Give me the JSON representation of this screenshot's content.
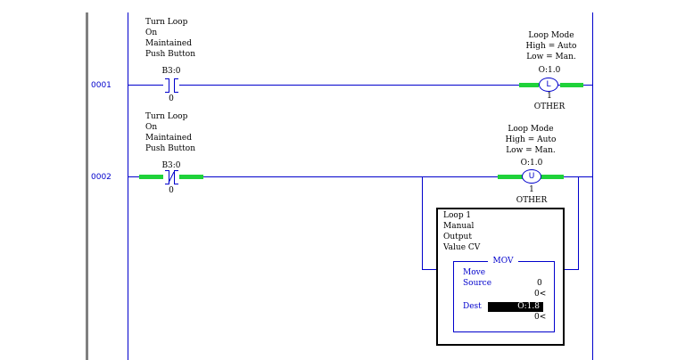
{
  "rungs": [
    {
      "number": "0001",
      "contact": {
        "description": "Turn Loop\nOn\nMaintained\nPush Button",
        "address": "B3:0",
        "bit": "0"
      },
      "coil": {
        "description": "Loop Mode\nHigh = Auto\nLow = Man.",
        "address": "O:1.0",
        "symbol": "L",
        "bit": "1",
        "module": "OTHER"
      }
    },
    {
      "number": "0002",
      "contact": {
        "description": "Turn Loop\nOn\nMaintained\nPush Button",
        "address": "B3:0",
        "bit": "0"
      },
      "coil": {
        "description": "Loop Mode\nHigh = Auto\nLow = Man.",
        "address": "O:1.0",
        "symbol": "U",
        "bit": "1",
        "module": "OTHER"
      },
      "mov": {
        "description": "Loop 1\nManual\nOutput\nValue CV",
        "title": "MOV",
        "subtitle": "Move",
        "source_label": "Source",
        "source_value": "0",
        "source_readout": "0<",
        "dest_label": "Dest",
        "dest_value": "O:1.8",
        "dest_readout": "0<"
      }
    }
  ],
  "colors": {
    "wire": "#0000cc",
    "energized": "#1fd23a",
    "left_rail": "#808080"
  }
}
